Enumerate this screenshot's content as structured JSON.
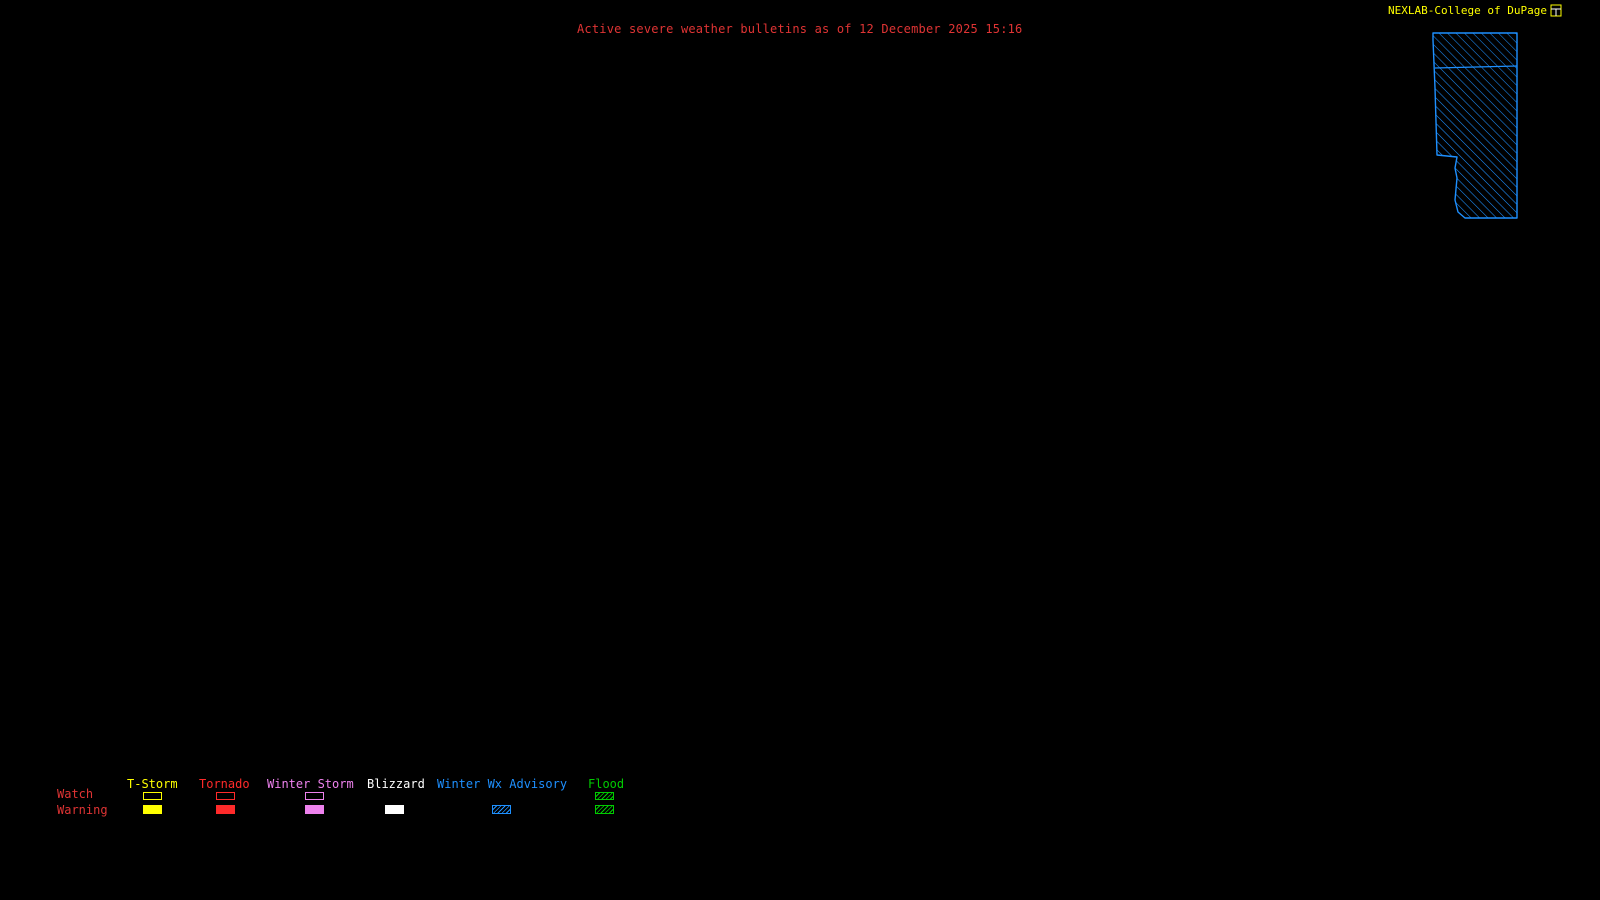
{
  "header": {
    "title": "Active severe weather bulletins as of 12 December 2025 15:16",
    "title_color": "#e03434"
  },
  "branding": {
    "label": "NEXLAB-College of DuPage",
    "color": "#ffff00"
  },
  "map": {
    "region": "northern-new-england-winter-wx-advisory-area",
    "hatch_style": "diagonal",
    "line_color": "#1e90ff",
    "hatch_color": "#1e90ff"
  },
  "legend": {
    "row_labels": {
      "watch": "Watch",
      "warning": "Warning"
    },
    "row_label_color": "#e03434",
    "columns": [
      {
        "id": "tstorm",
        "label": "T-Storm",
        "color": "#ffff00",
        "watch_style": "outline",
        "warning_style": "fill"
      },
      {
        "id": "tornado",
        "label": "Tornado",
        "color": "#ff2a2a",
        "watch_style": "outline",
        "warning_style": "fill"
      },
      {
        "id": "winter-storm",
        "label": "Winter Storm",
        "color": "#ee82ee",
        "watch_style": "outline",
        "warning_style": "fill"
      },
      {
        "id": "blizzard",
        "label": "Blizzard",
        "color": "#ffffff",
        "watch_style": "none",
        "warning_style": "fill"
      },
      {
        "id": "winter-wx-advisory",
        "label": "Winter Wx Advisory",
        "color": "#1e90ff",
        "watch_style": "none",
        "warning_style": "hatch"
      },
      {
        "id": "flood",
        "label": "Flood",
        "color": "#00cc00",
        "watch_style": "hatch",
        "warning_style": "hatch"
      }
    ]
  }
}
